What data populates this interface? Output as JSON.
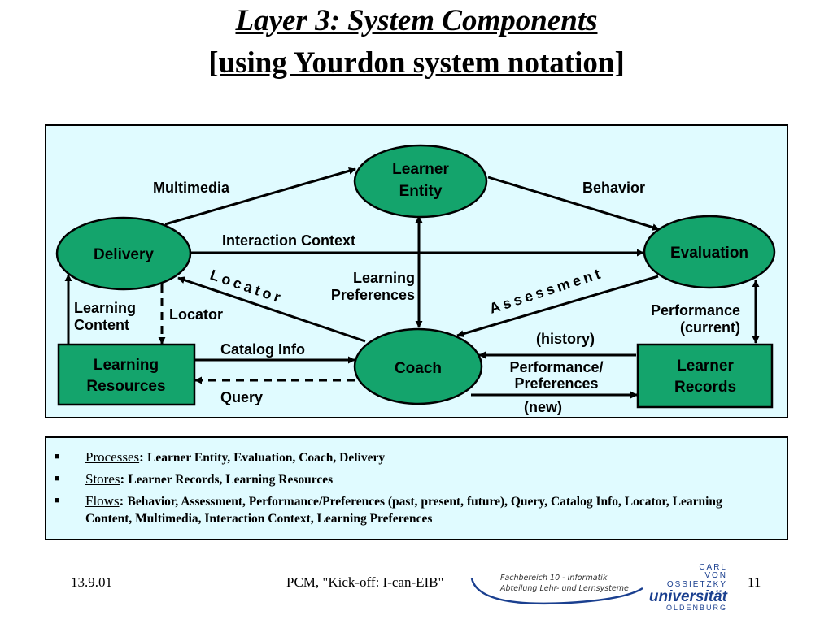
{
  "title": {
    "line1": "Layer 3: System Components",
    "line2": "[using Yourdon system notation]"
  },
  "diagram": {
    "processes": {
      "learner_entity": [
        "Learner",
        "Entity"
      ],
      "delivery": "Delivery",
      "evaluation": "Evaluation",
      "coach": "Coach"
    },
    "stores": {
      "learning_resources": [
        "Learning",
        "Resources"
      ],
      "learner_records": [
        "Learner",
        "Records"
      ]
    },
    "flows": {
      "multimedia": "Multimedia",
      "behavior": "Behavior",
      "interaction_context": "Interaction Context",
      "learning_preferences": [
        "Learning",
        "Preferences"
      ],
      "locator_diagonal": "Locator",
      "assessment": "Assessment",
      "learning_content": [
        "Learning",
        "Content"
      ],
      "locator": "Locator",
      "performance_current": [
        "Performance",
        "(current)"
      ],
      "history": "(history)",
      "catalog_info": "Catalog Info",
      "performance_preferences": [
        "Performance/",
        "Preferences"
      ],
      "query": "Query",
      "new": "(new)"
    },
    "colors": {
      "process_fill": "#14a46c",
      "store_fill": "#14a46c",
      "panel_bg": "#e0fbff",
      "ink": "#000000"
    }
  },
  "legend": {
    "items": [
      {
        "key": "Processes",
        "value": "Learner Entity,  Evaluation,  Coach,  Delivery"
      },
      {
        "key": "Stores",
        "value": "Learner Records,  Learning Resources"
      },
      {
        "key": "Flows",
        "value": "Behavior,  Assessment,  Performance/Preferences (past, present, future),  Query, Catalog Info, Locator,  Learning Content, Multimedia, Interaction Context, Learning Preferences"
      }
    ]
  },
  "footer": {
    "date": "13.9.01",
    "center": "PCM, \"Kick-off: I-can-EIB\"",
    "page": "11"
  },
  "logo": {
    "dept_line1": "Fachbereich 10 - Informatik",
    "dept_line2": "Abteilung Lehr- und Lernsysteme",
    "uni": [
      "CARL",
      "VON",
      "OSSIETZKY",
      "universität",
      "OLDENBURG"
    ]
  }
}
